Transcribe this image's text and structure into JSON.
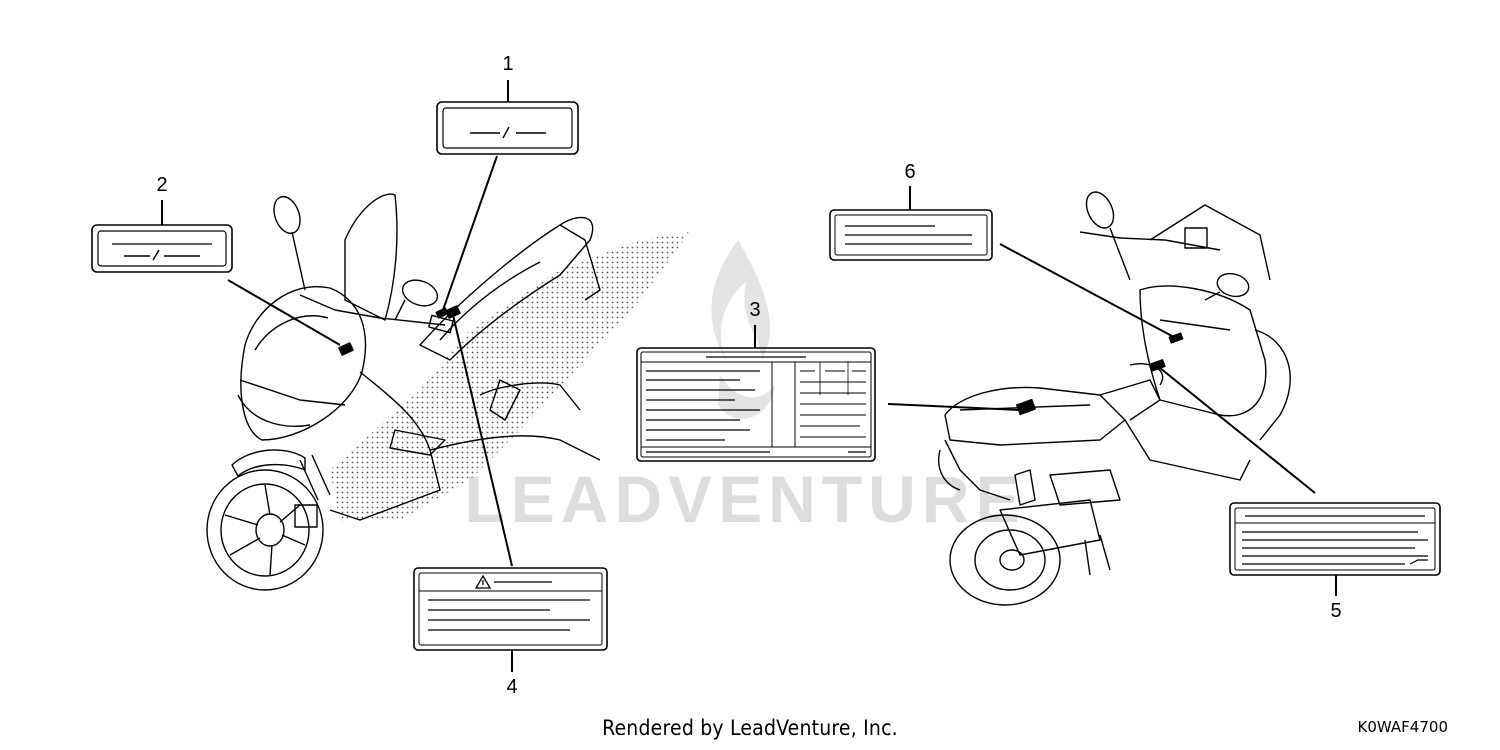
{
  "callouts": [
    {
      "id": "1",
      "label": "1"
    },
    {
      "id": "2",
      "label": "2"
    },
    {
      "id": "3",
      "label": "3"
    },
    {
      "id": "4",
      "label": "4"
    },
    {
      "id": "5",
      "label": "5"
    },
    {
      "id": "6",
      "label": "6"
    }
  ],
  "watermark": {
    "text": "LEADVENTURE"
  },
  "footer": {
    "credit": "Rendered by LeadVenture, Inc.",
    "part_code": "K0WAF4700"
  },
  "icons": {
    "warning": "warning-triangle-icon",
    "watermark_logo": "flame-logo-icon"
  },
  "colors": {
    "line": "#000000",
    "watermark": "#d9d9d9",
    "background": "#ffffff"
  }
}
